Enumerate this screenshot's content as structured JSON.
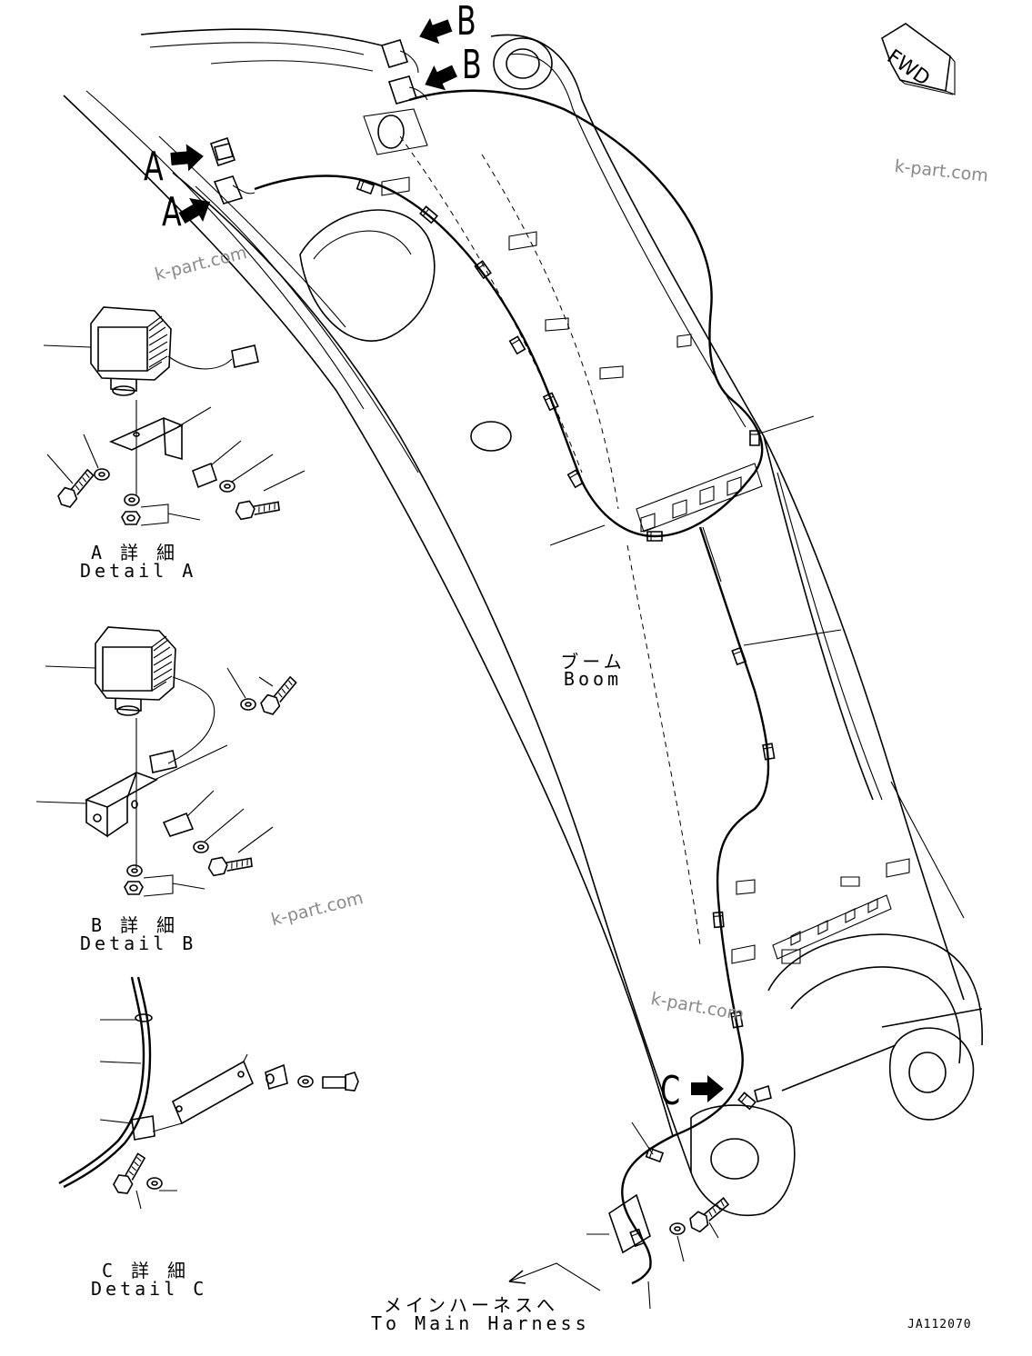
{
  "callouts": {
    "a_upper": "A",
    "a_lower": "A",
    "b_upper": "B",
    "b_lower": "B",
    "c": "C"
  },
  "fwd": "FWD",
  "boom": {
    "jp": "ブーム",
    "en": "Boom"
  },
  "detail_a": {
    "jp": "A 詳 細",
    "en": "Detail A"
  },
  "detail_b": {
    "jp": "B 詳 細",
    "en": "Detail B"
  },
  "detail_c": {
    "jp": "C 詳 細",
    "en": "Detail C"
  },
  "main_harness": {
    "jp": "メインハーネスへ",
    "en": "To Main Harness"
  },
  "drawing_id": "JA112070",
  "watermarks": [
    "k-part.com",
    "k-part.com",
    "k-part.com",
    "k-part.com"
  ],
  "icons": [
    "work-lamp-icon",
    "bracket-icon",
    "bolt-icon",
    "washer-icon",
    "nut-icon",
    "clamp-icon",
    "arrow-icon"
  ]
}
